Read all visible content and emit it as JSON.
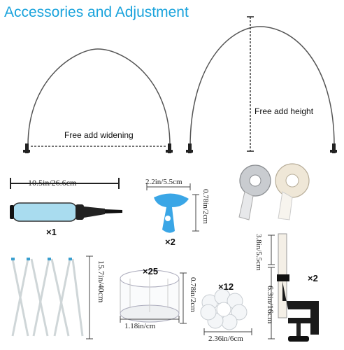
{
  "title": "Accessories and Adjustment",
  "arch": {
    "widening_label": "Free add widening",
    "height_label": "Free add height"
  },
  "pump": {
    "dimension": "10.5in/26.6cm",
    "quantity": "×1"
  },
  "tool": {
    "width": "2.2in/5.5cm",
    "height": "0.78in/2cm",
    "quantity": "×2"
  },
  "rod": {
    "length": "15.7in/40cm"
  },
  "clips": {
    "quantity": "×25",
    "height": "0.78in/2cm",
    "width": "1.18in/cm"
  },
  "flower_clips": {
    "quantity": "×12",
    "width": "2.36in/6cm"
  },
  "clamp": {
    "top_length": "3.8in/5.5cm",
    "bottom_length": "6.3in/16cm",
    "quantity": "×2"
  },
  "colors": {
    "title": "#1aa3dc",
    "pump_body": "#a9dcef",
    "tool": "#3aa6e6"
  }
}
